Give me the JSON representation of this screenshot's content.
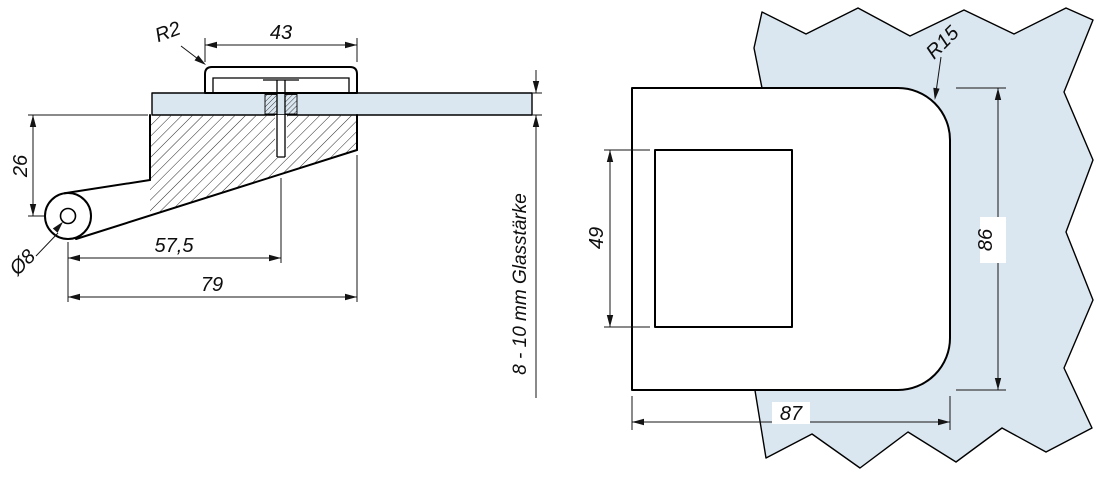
{
  "colors": {
    "glass_fill": "#dbe7f0",
    "line": "#000000",
    "dimension_text": "#0e0e0e",
    "background": "#ffffff"
  },
  "side_view": {
    "labels": {
      "corner_radius": "R2",
      "cap_width": "43",
      "pivot_drop": "26",
      "pivot_hole_diameter": "Ø8",
      "screw_offset": "57,5",
      "overall_length": "79",
      "glass_thickness": "8 - 10 mm Glasstärke"
    }
  },
  "front_view": {
    "labels": {
      "corner_radius": "R15",
      "inner_height": "49",
      "overall_height": "86",
      "overall_width": "87"
    }
  }
}
